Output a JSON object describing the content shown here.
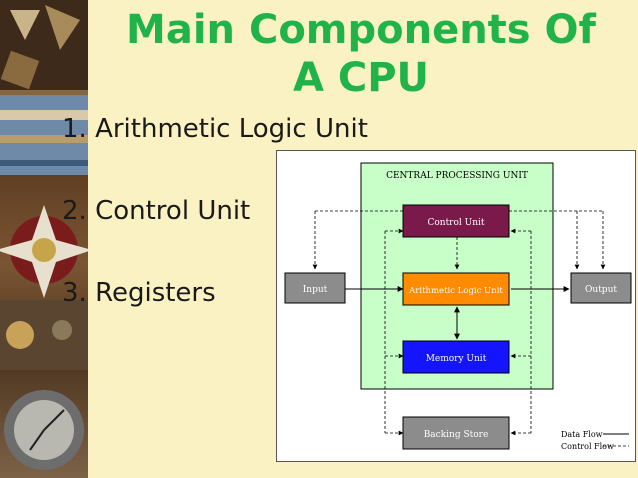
{
  "slide": {
    "title_line1": "Main Components Of",
    "title_line2": "A CPU",
    "bullets": [
      "1. Arithmetic Logic Unit",
      "2. Control Unit",
      "3. Registers"
    ]
  },
  "diagram": {
    "cpu_label": "CENTRAL PROCESSING UNIT",
    "nodes": {
      "control_unit": "Control Unit",
      "alu": "Arithmetic Logic Unit",
      "memory_unit": "Memory Unit",
      "input": "Input",
      "output": "Output",
      "backing_store": "Backing Store"
    },
    "legend": {
      "data_flow": "Data Flow",
      "control_flow": "Control Flow"
    },
    "colors": {
      "cpu_fill": "#c8ffc8",
      "control_unit": "#7a1a4a",
      "alu": "#ff8c00",
      "memory_unit": "#1414ff",
      "io_box": "#8c8c8c",
      "title_green": "#1fb34a"
    }
  }
}
